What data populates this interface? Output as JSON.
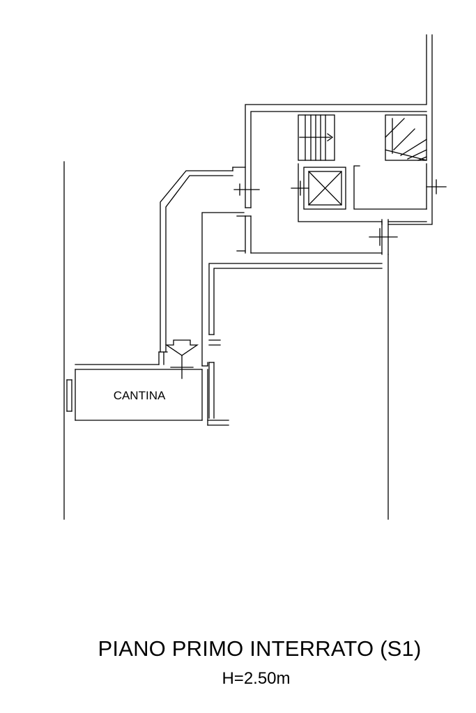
{
  "plan": {
    "room_label": "CANTINA",
    "title": "PIANO PRIMO INTERRATO (S1)",
    "height_note": "H=2.50m"
  },
  "colors": {
    "line": "#000000",
    "background": "#ffffff"
  },
  "icons": {
    "entry_marker": "arrow-down-icon",
    "elevator": "elevator-cross-icon",
    "stairs": "stairs-icon"
  }
}
